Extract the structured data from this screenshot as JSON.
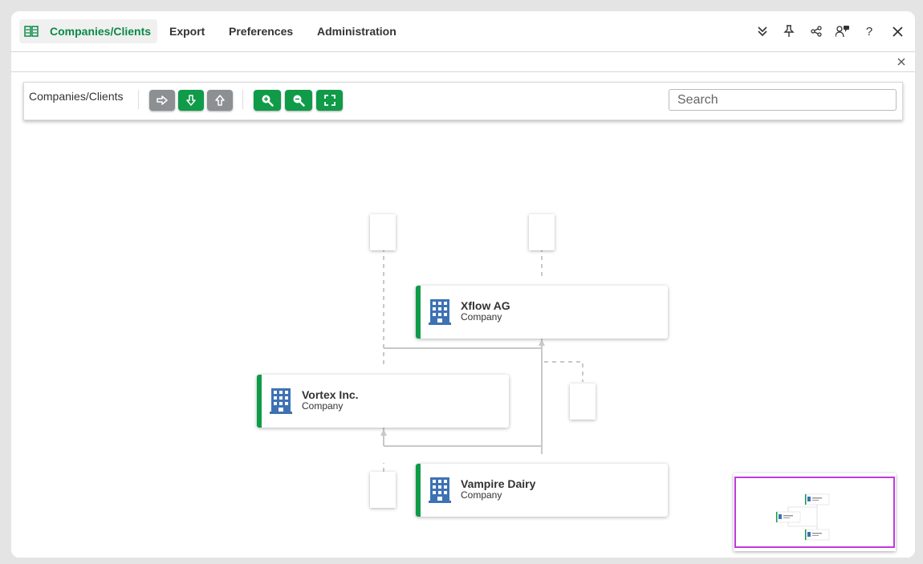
{
  "menubar": {
    "active_tab": "Companies/Clients",
    "items": [
      "Export",
      "Preferences",
      "Administration"
    ],
    "controls": [
      "collapse-icon",
      "pin-icon",
      "share-icon",
      "users-chat-icon",
      "help-icon",
      "close-icon"
    ],
    "help_glyph": "?"
  },
  "toolbar": {
    "title": "Companies/Clients",
    "buttons": [
      {
        "icon": "arrow-right-icon",
        "color": "#8c9092"
      },
      {
        "icon": "arrow-down-icon",
        "color": "#0f9b48"
      },
      {
        "icon": "arrow-up-icon",
        "color": "#8c9092"
      },
      {
        "icon": "zoom-in-icon",
        "color": "#0f9b48"
      },
      {
        "icon": "zoom-out-icon",
        "color": "#0f9b48"
      },
      {
        "icon": "fit-screen-icon",
        "color": "#0f9b48"
      }
    ],
    "search_placeholder": "Search"
  },
  "graph": {
    "nodes": [
      {
        "name": "Xflow AG",
        "type": "Company"
      },
      {
        "name": "Vortex Inc.",
        "type": "Company"
      },
      {
        "name": "Vampire Dairy",
        "type": "Company"
      }
    ],
    "accent_color": "#0f9b48",
    "icon_color": "#3d72b4"
  },
  "minimap": {
    "viewport_color": "#c238e0"
  }
}
